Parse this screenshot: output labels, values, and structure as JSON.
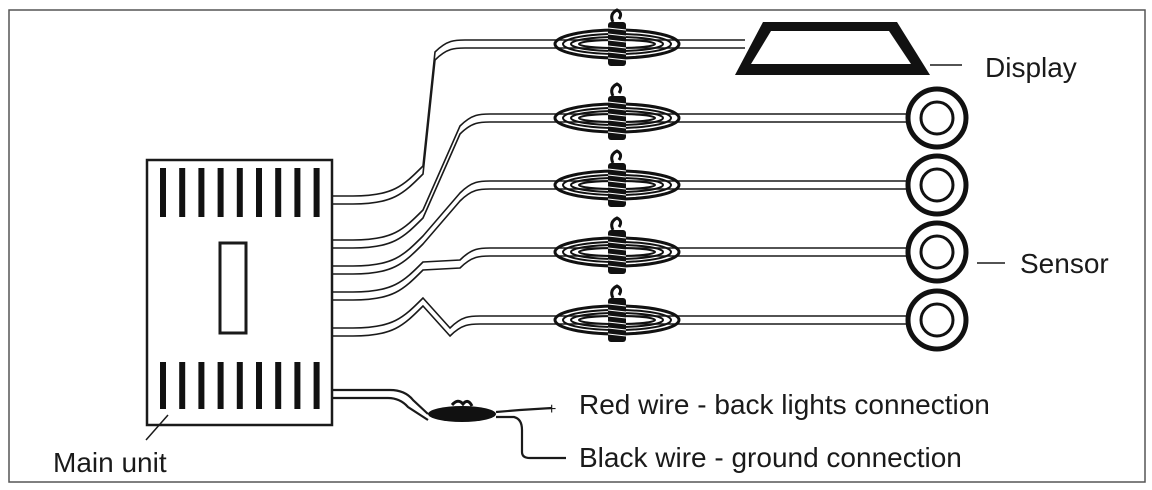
{
  "diagram": {
    "labels": {
      "display": "Display",
      "sensor": "Sensor",
      "red_wire": "Red wire - back lights connection",
      "black_wire": "Black wire - ground connection",
      "main_unit": "Main unit"
    },
    "colors": {
      "ink": "#1a1a1a",
      "background": "#ffffff"
    },
    "sensor_count": 4
  }
}
